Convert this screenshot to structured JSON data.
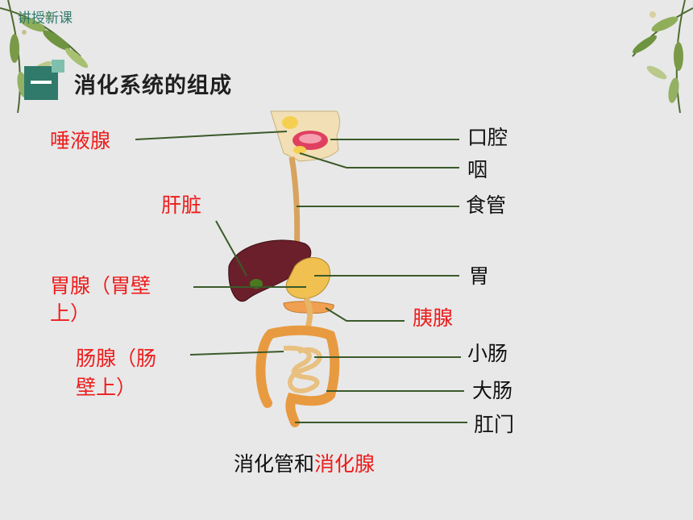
{
  "slide": {
    "section_tag": "讲授新课",
    "heading": "消化系统的组成"
  },
  "labels_left": {
    "salivary_gland": "唾液腺",
    "liver": "肝脏",
    "gastric_gland_line1": "胃腺（胃壁",
    "gastric_gland_line2": "上）",
    "intestinal_gland_line1": "肠腺（肠",
    "intestinal_gland_line2": "壁上）",
    "pancreas": "胰腺"
  },
  "labels_right": {
    "oral_cavity": "口腔",
    "pharynx": "咽",
    "esophagus": "食管",
    "stomach": "胃",
    "small_intestine": "小肠",
    "large_intestine": "大肠",
    "anus": "肛门"
  },
  "caption": {
    "part1": "消化管和",
    "part2": "消化腺"
  },
  "colors": {
    "gland_label": "#ee1c1c",
    "organ_label": "#111111",
    "leader_line": "#3b5a2a",
    "accent": "#2f7a6a"
  }
}
